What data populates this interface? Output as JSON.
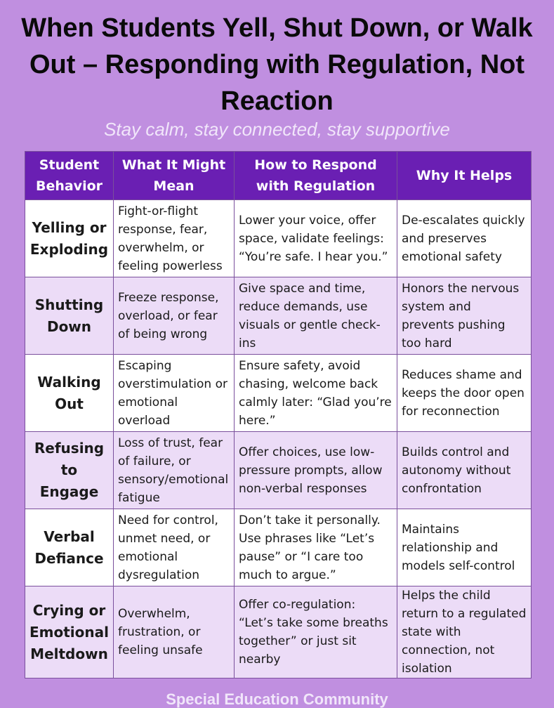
{
  "title": "When Students Yell, Shut Down, or Walk Out – Responding with Regulation, Not Reaction",
  "subtitle": "Stay calm, stay connected, stay supportive",
  "table": {
    "headers": [
      "Student Behavior",
      "What It Might Mean",
      "How to Respond with Regulation",
      "Why It Helps"
    ],
    "rows": [
      {
        "behavior": "Yelling or Exploding",
        "meaning": "Fight-or-flight response, fear, overwhelm, or feeling powerless",
        "response": "Lower your voice, offer space, validate feelings: “You’re safe. I hear you.”",
        "why": "De-escalates quickly and preserves emotional safety"
      },
      {
        "behavior": "Shutting Down",
        "meaning": "Freeze response, overload, or fear of being wrong",
        "response": "Give space and time, reduce demands, use visuals or gentle check-ins",
        "why": "Honors the nervous system and prevents pushing too hard"
      },
      {
        "behavior": "Walking Out",
        "meaning": "Escaping overstimulation or emotional overload",
        "response": "Ensure safety, avoid chasing, welcome back calmly later: “Glad you’re here.”",
        "why": "Reduces shame and keeps the door open for reconnection"
      },
      {
        "behavior": "Refusing to Engage",
        "meaning": "Loss of trust, fear of failure, or sensory/emotional fatigue",
        "response": "Offer choices, use low-pressure prompts, allow non-verbal responses",
        "why": "Builds control and autonomy without confrontation"
      },
      {
        "behavior": "Verbal Defiance",
        "meaning": "Need for control, unmet need, or emotional dysregulation",
        "response": "Don’t take it personally. Use phrases like “Let’s pause” or “I care too much to argue.”",
        "why": "Maintains relationship and models self-control"
      },
      {
        "behavior": "Crying or Emotional Meltdown",
        "meaning": "Overwhelm, frustration, or feeling unsafe",
        "response": "Offer co-regulation: “Let’s take some breaths together” or just sit nearby",
        "why": "Helps the child return to a regulated state with connection, not isolation"
      }
    ]
  },
  "footer": "Special Education Community",
  "colors": {
    "background": "#c08fe0",
    "header": "#6a1fb3",
    "row_alt": "#ecdcf7",
    "border": "#7a4f9c"
  }
}
